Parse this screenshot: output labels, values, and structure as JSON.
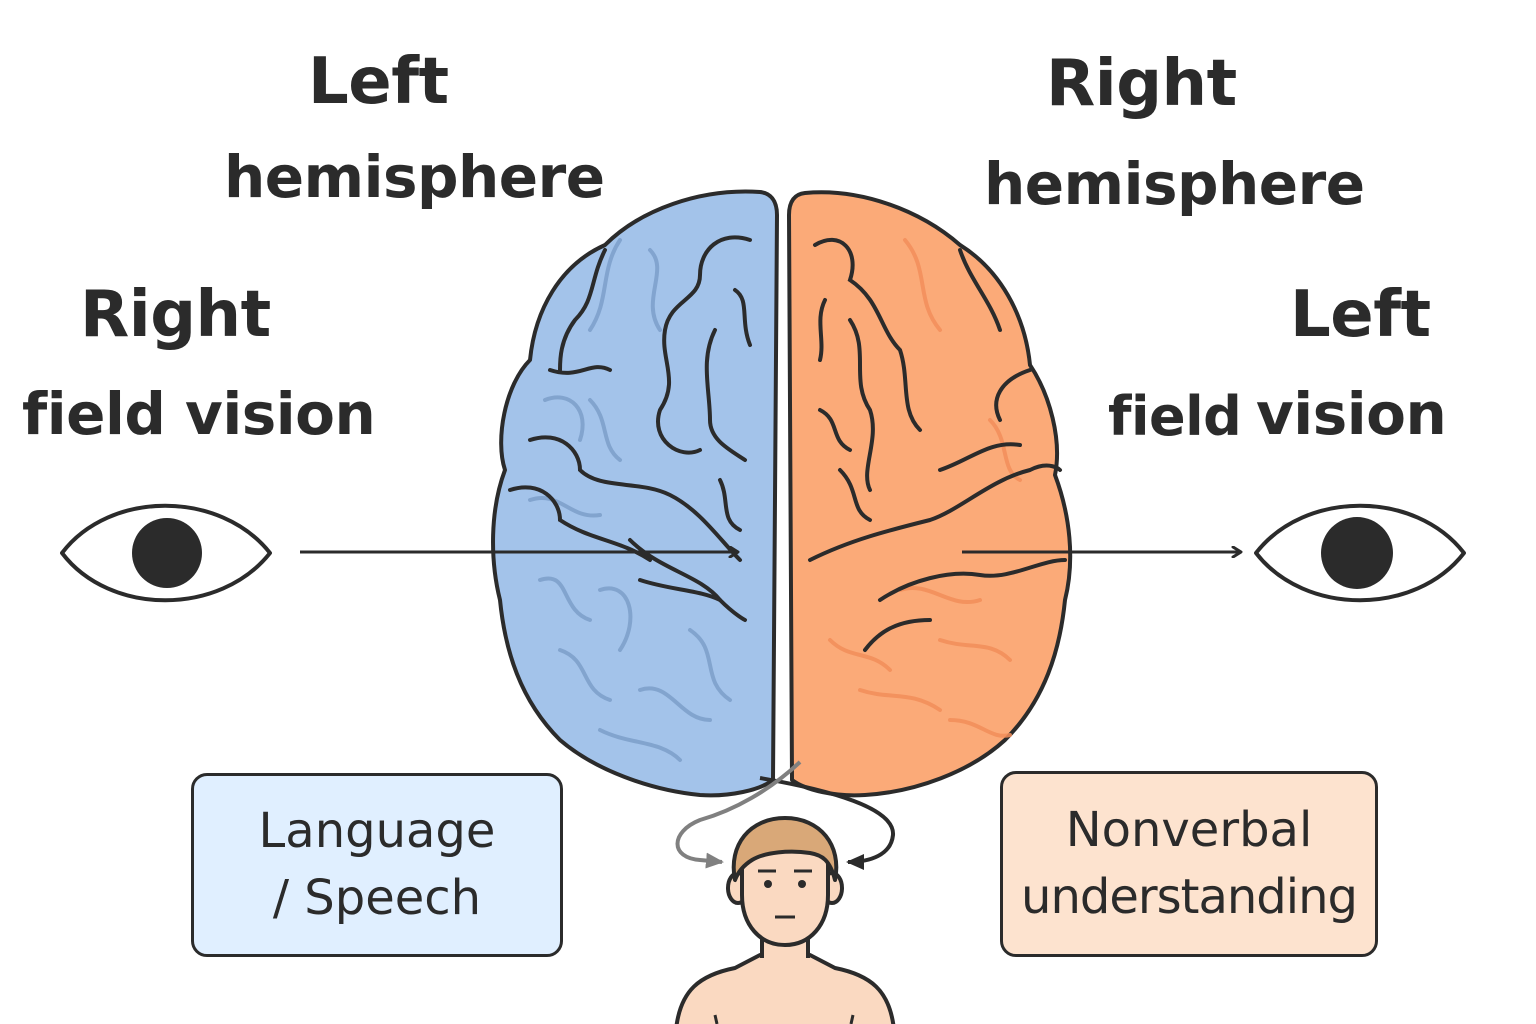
{
  "labels": {
    "left_hemisphere_line1": "Left",
    "left_hemisphere_line2": "hemisphere",
    "right_hemisphere_line1": "Right",
    "right_hemisphere_line2": "hemisphere",
    "right_field_line1": "Right",
    "right_field_line2": "field vision",
    "left_field_line1": "Left",
    "left_field_line2a": "field",
    "left_field_line2b": "vision"
  },
  "boxes": {
    "left_line1": "Language",
    "left_line2": "/ Speech",
    "right_line1": "Nonverbal",
    "right_line2": "understanding"
  },
  "colors": {
    "left_hemisphere": "#a3c3ea",
    "right_hemisphere": "#fbaa78",
    "left_box": "#e0efff",
    "right_box": "#fde3cf",
    "outline": "#2b2b2b",
    "skin": "#fad9c1",
    "hair": "#d9a878"
  },
  "icons": [
    "eye-icon",
    "eye-icon",
    "brain-icon",
    "person-icon"
  ]
}
